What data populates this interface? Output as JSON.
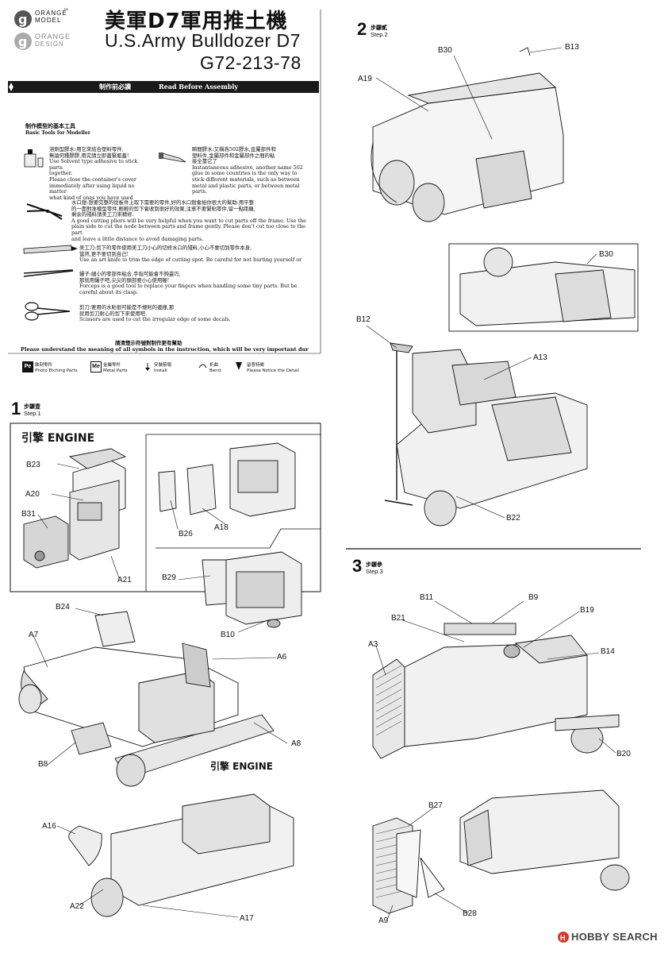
{
  "header": {
    "logo_brand_1": "ORANGE",
    "logo_brand_2": "MODEL",
    "logo_tm": "TM",
    "logo_brand_3": "ORANGE",
    "logo_brand_4": "DESIGN",
    "title_zh": "美軍D7軍用推土機",
    "title_en": "U.S.Army Bulldozer D7",
    "product_code": "G72-213-78",
    "banner_zh": "制作前必讀",
    "banner_en": "Read Before Assembly"
  },
  "tools": {
    "heading_zh": "制作模型的基本工具",
    "heading_en": "Basic Tools for Modeller",
    "glue": [
      "溶劑型膠水:用它來結合塑料零件,",
      "無論何種膠膠,用完請立即蓋緊瓶蓋!",
      "Use Solvent type adhesive to stick parts",
      "together.",
      "Please close the container's cover",
      "immediately after using liquid no matter",
      "what kind of ones you have used"
    ],
    "superglue": [
      "瞬間膠水:又稱爲502膠水,金屬部件和",
      "塑料件,金屬部件和金屬部件之間的粘",
      "接全靠它了",
      "Instantaneous adhesive, another name 502",
      "glue in some countries is the only way to",
      "stick different materials, such as between",
      "metal and plastic parts, or between metal",
      "parts."
    ],
    "pliers": [
      "水口鉗:想要完整的從板件上取下需要的零件,好的水口鉗會給你很大的幫助:用平整",
      "的一面對准模型零件,輕輕的剪下會收到很好的效果,注意不要緊貼零件,留一點距離,",
      "剩余的殘料請美工刀來精修.",
      "A good cutting pliers will be very helpful when you want to cut parts off the frame. Use the",
      "plain side to cut the node between parts and frame gently. Please don't cut too close to the part",
      "and leave a little distance to avoid damaging parts."
    ],
    "knife": [
      "美工刀:剪下的零件使用美工刀小心的切修水口的殘料,小心不要切到零件本身,",
      "當然,更不要切到自己!",
      "Use an art knife to trim the edge of cutting spot. Be careful for not hurting yourself or"
    ],
    "tweezers": [
      "鑷子:細小的零部件粘合,手指可能會不夠靈巧,",
      "那就用鑷子吧,尖尖的頭部要小心使用喔!",
      "Forceps is a good tool to replace your fingers when handling some tiny parts. But be",
      "careful about its clasp."
    ],
    "scissors": [
      "剪刀:要用的水貼很可能是不規則的邊緣,那",
      "就用剪刀耐心的剪下來使用吧.",
      "Scissors are used to cut the irregular edge of some decals."
    ],
    "symbols_zh": "請清楚示符號對制作更有幫助",
    "symbols_en": "Please understand the meaning of all symbols in the instruction, which will be very important dur"
  },
  "legend": {
    "pe_icon": "Pe",
    "pe_zh": "蝕刻零件",
    "pe_en": "Photo Etching Parts",
    "me_icon": "Me",
    "me_zh": "金屬零件",
    "me_en": "Metal Parts",
    "install_zh": "安裝箭頭",
    "install_en": "Install",
    "bend_zh": "折曲",
    "bend_en": "Bend",
    "notice_zh": "留意特徵",
    "notice_en": "Please Notice the Detail"
  },
  "step1": {
    "num": "1",
    "zh": "步驟壹",
    "en": "Step.1",
    "box_title": "引擎 ENGINE",
    "engine_label": "引擎 ENGINE",
    "parts": [
      "B23",
      "A20",
      "B31",
      "A21",
      "B26",
      "A18",
      "B29",
      "B10",
      "B24",
      "A7",
      "A6",
      "A8",
      "B8",
      "A16",
      "A22",
      "A17"
    ]
  },
  "step2": {
    "num": "2",
    "zh": "步驟貳",
    "en": "Step.2",
    "parts": [
      "B30",
      "B13",
      "A19",
      "B30",
      "B12",
      "A13",
      "B22"
    ]
  },
  "step3": {
    "num": "3",
    "zh": "步驟參",
    "en": "Step.3",
    "parts": [
      "B11",
      "B9",
      "B21",
      "B19",
      "A3",
      "B14",
      "B20",
      "B27",
      "A9",
      "B28"
    ]
  },
  "watermark": {
    "brand": "HOBBY SEARCH"
  }
}
